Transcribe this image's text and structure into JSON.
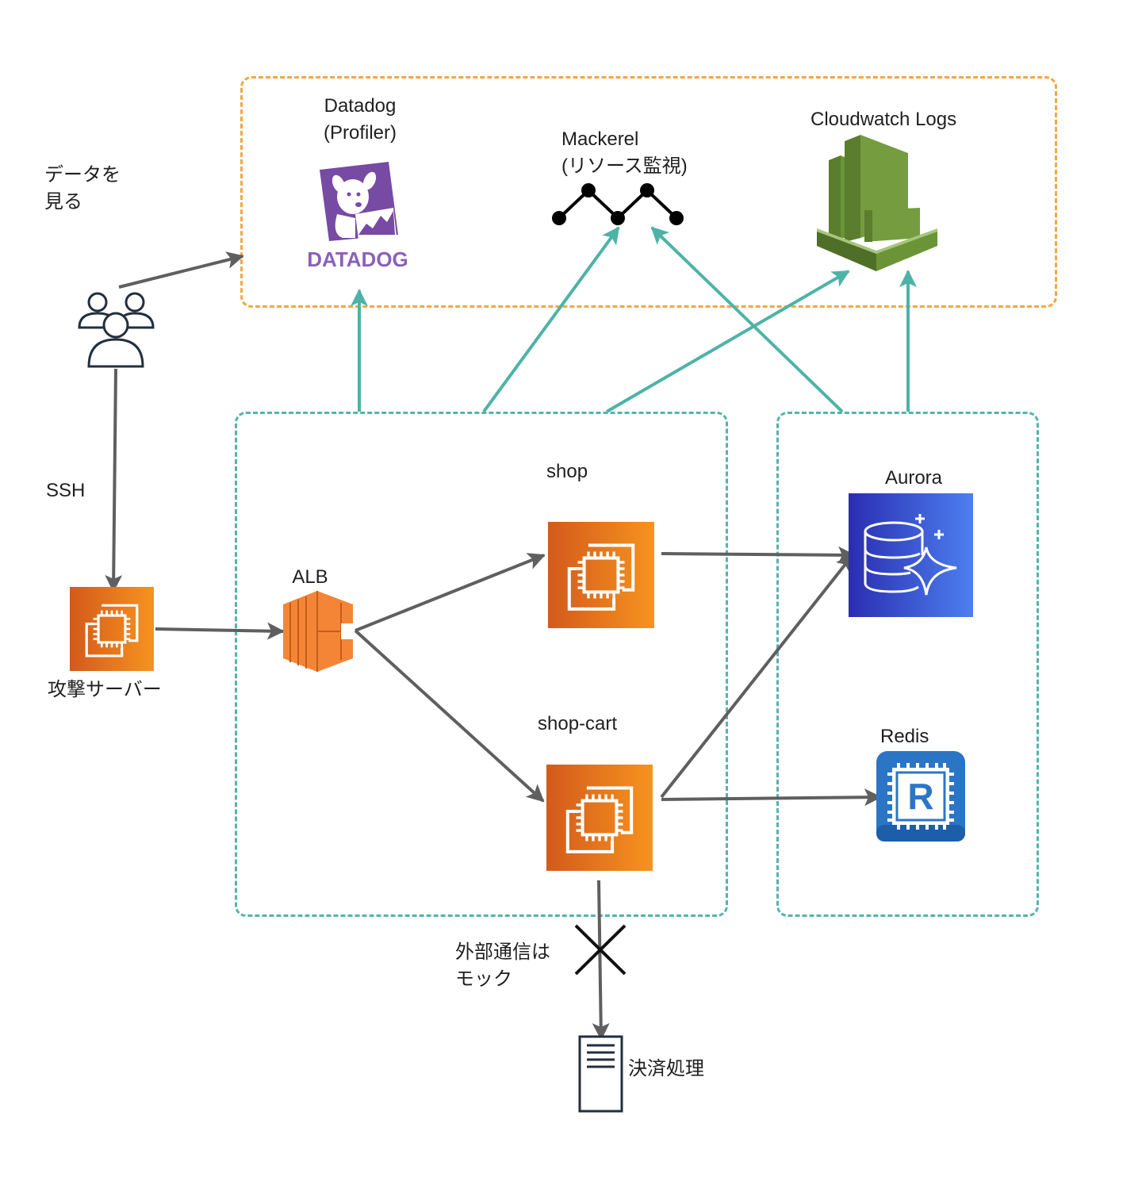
{
  "colors": {
    "monitoring_border": "#f5a742",
    "vpc_border": "#52b5aa",
    "teal_arrow": "#4db3a7",
    "gray_arrow": "#5f5f5f",
    "ec2_gradient_start": "#d35a1c",
    "ec2_gradient_end": "#f7931e",
    "aurora_gradient_start": "#2a2eb0",
    "aurora_gradient_end": "#4d7ff0",
    "redis_blue": "#2b75c7",
    "cloudwatch_green": "#759c3e",
    "datadog_purple": "#774aa4",
    "alb_orange": "#f58536"
  },
  "groups": {
    "monitoring": {
      "name": "monitoring-group"
    },
    "app": {
      "name": "app-group"
    },
    "data": {
      "name": "data-group"
    }
  },
  "nodes": {
    "datadog": {
      "title_line1": "Datadog",
      "title_line2": "(Profiler)",
      "logo_text": "DATADOG",
      "icon": "datadog-dog-icon"
    },
    "mackerel": {
      "title_line1": "Mackerel",
      "title_line2": "(リソース監視)",
      "icon": "mackerel-graph-icon"
    },
    "cloudwatch": {
      "title": "Cloudwatch Logs",
      "icon": "cloudwatch-icon"
    },
    "users": {
      "caption_line1": "データを",
      "caption_line2": "見る",
      "icon": "users-icon"
    },
    "ssh": {
      "label": "SSH"
    },
    "attacker": {
      "label": "攻撃サーバー",
      "icon": "ec2-instance-icon"
    },
    "alb": {
      "label": "ALB",
      "icon": "alb-icon"
    },
    "shop": {
      "label": "shop",
      "icon": "ec2-instance-icon"
    },
    "shop_cart": {
      "label": "shop-cart",
      "icon": "ec2-instance-icon"
    },
    "aurora": {
      "label": "Aurora",
      "icon": "aurora-database-icon"
    },
    "redis": {
      "label": "Redis",
      "icon": "redis-chip-icon",
      "glyph": "R"
    },
    "external": {
      "note_line1": "外部通信は",
      "note_line2": "モック",
      "icon": "blocked-x-icon"
    },
    "payment": {
      "label": "決済処理",
      "icon": "server-document-icon"
    }
  },
  "edges": [
    {
      "from": "users",
      "to": "monitoring",
      "kind": "gray"
    },
    {
      "from": "users",
      "to": "attacker",
      "kind": "gray",
      "label": "SSH"
    },
    {
      "from": "attacker",
      "to": "alb",
      "kind": "gray"
    },
    {
      "from": "alb",
      "to": "shop",
      "kind": "gray"
    },
    {
      "from": "alb",
      "to": "shop_cart",
      "kind": "gray"
    },
    {
      "from": "shop",
      "to": "aurora",
      "kind": "gray"
    },
    {
      "from": "shop_cart",
      "to": "aurora",
      "kind": "gray"
    },
    {
      "from": "shop_cart",
      "to": "redis",
      "kind": "gray"
    },
    {
      "from": "shop_cart",
      "to": "payment",
      "kind": "gray",
      "blocked": true
    },
    {
      "from": "app",
      "to": "datadog",
      "kind": "teal"
    },
    {
      "from": "app",
      "to": "mackerel",
      "kind": "teal"
    },
    {
      "from": "app",
      "to": "cloudwatch",
      "kind": "teal"
    },
    {
      "from": "data",
      "to": "mackerel",
      "kind": "teal"
    },
    {
      "from": "data",
      "to": "cloudwatch",
      "kind": "teal"
    }
  ]
}
